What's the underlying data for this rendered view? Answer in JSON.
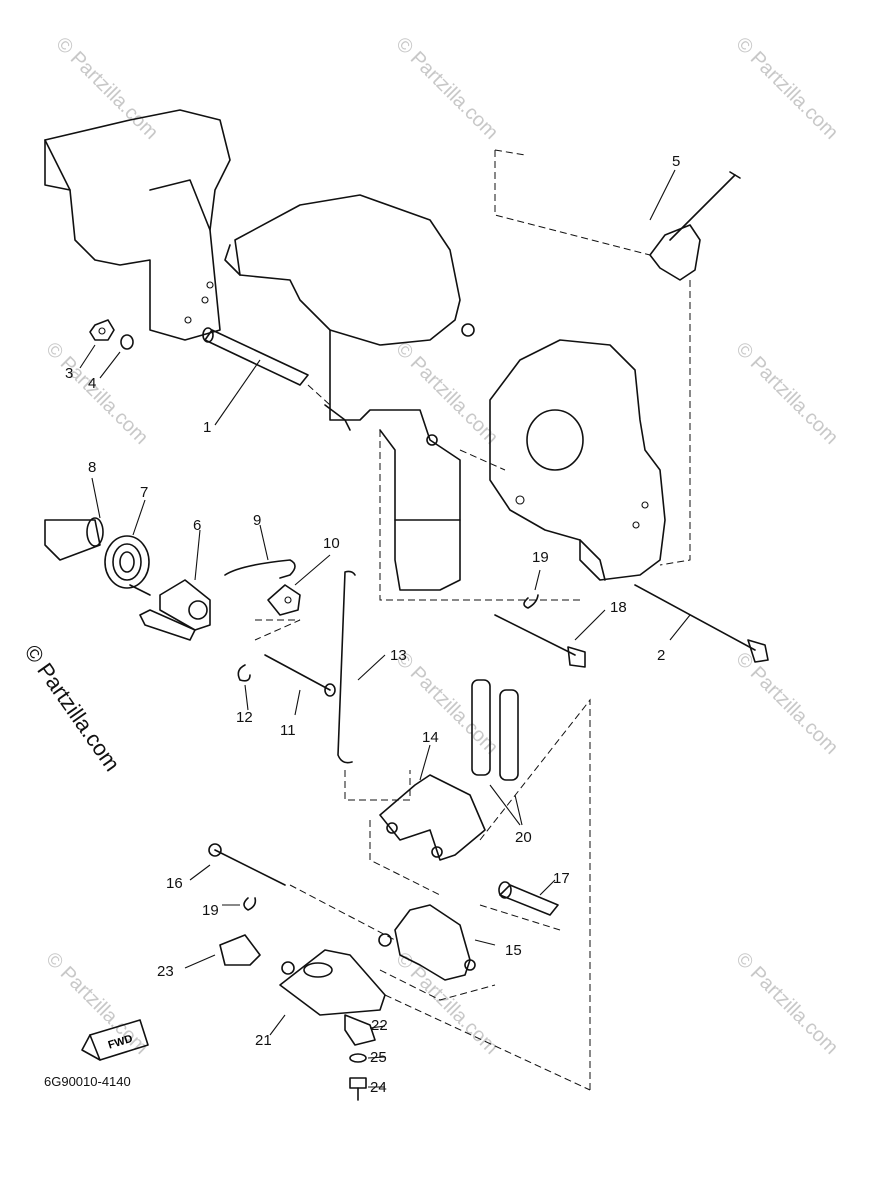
{
  "watermark": {
    "text": "© Partzilla.com",
    "big_text": "© Partzilla.com"
  },
  "diagram_code": "6G90010-4140",
  "fwd_label": "FWD",
  "callouts": [
    "1",
    "2",
    "3",
    "4",
    "5",
    "6",
    "7",
    "8",
    "9",
    "10",
    "11",
    "12",
    "13",
    "14",
    "15",
    "16",
    "17",
    "18",
    "19",
    "19",
    "20",
    "21",
    "22",
    "23",
    "24",
    "25"
  ]
}
